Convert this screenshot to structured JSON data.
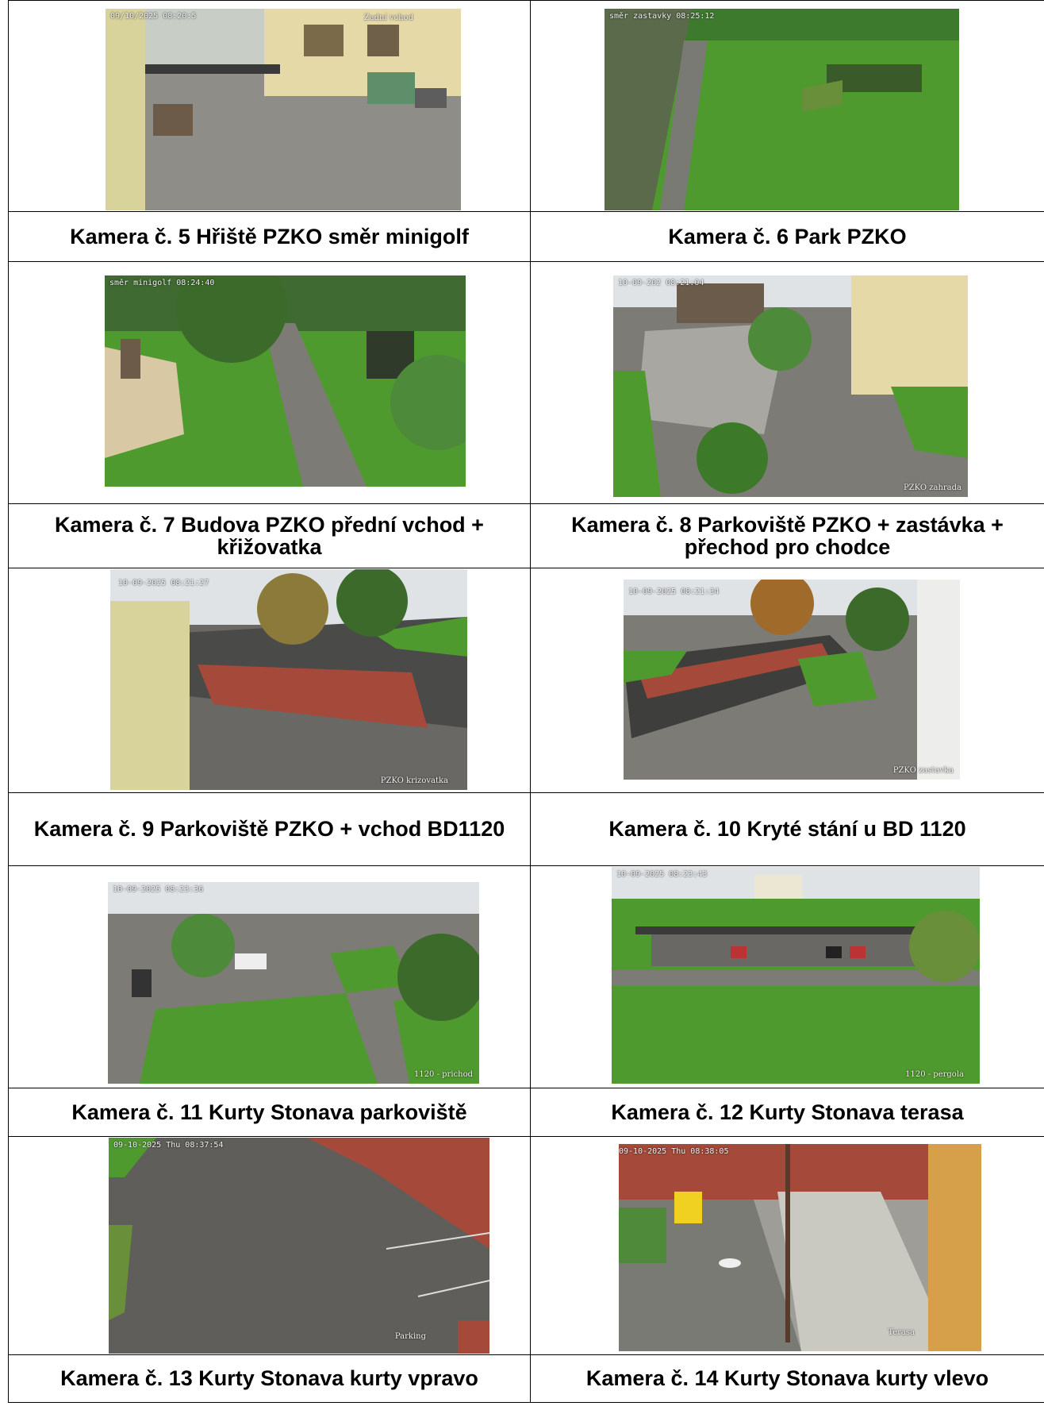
{
  "captions": {
    "cam5": "Kamera č. 5 Hřiště PZKO směr minigolf",
    "cam6": "Kamera č. 6 Park PZKO",
    "cam7": "Kamera č. 7 Budova PZKO přední vchod + křižovatka",
    "cam8": "Kamera č. 8 Parkoviště PZKO + zastávka + přechod pro chodce",
    "cam9": "Kamera č. 9 Parkoviště PZKO + vchod BD1120",
    "cam10": "Kamera č. 10 Kryté stání u BD 1120",
    "cam11": "Kamera č. 11 Kurty Stonava parkoviště",
    "cam12": "Kamera č. 12 Kurty Stonava terasa",
    "cam13": "Kamera č. 13 Kurty Stonava kurty vpravo",
    "cam14": "Kamera č. 14 Kurty Stonava kurty vlevo"
  },
  "overlays": {
    "r1l_ts": "09/10/2025 08:20:5",
    "r1l_lbl": "Zadní vchod",
    "r1r_ts": "směr zastavky 08:25:12",
    "r2l_ts": "směr minigolf 08:24:40",
    "r2r_ts": "10-09-202 08:21:04",
    "r2r_lbl": "PZKO zahrada",
    "r3l_ts": "10-09-2025 08:21:27",
    "r3l_lbl": "PZKO krizovatka",
    "r3r_ts": "10-09-2025 08:21:34",
    "r3r_lbl": "PZKO zastavka",
    "r4l_ts": "10-09-2025 08:23:36",
    "r4l_lbl": "1120 - prichod",
    "r4r_ts": "10-09-2025 08:23:43",
    "r4r_lbl": "1120 - pergola",
    "r5l_ts": "09-10-2025 Thu 08:37:54",
    "r5l_lbl": "Parking",
    "r5r_ts": "09-10-2025 Thu 08:38:05",
    "r5r_lbl": "Terasa"
  },
  "colors": {
    "grass": "#4f9a2e",
    "pavement": "#7d7b76",
    "sky": "#dfe3e6",
    "court": "#a5493a",
    "border": "#000000"
  }
}
